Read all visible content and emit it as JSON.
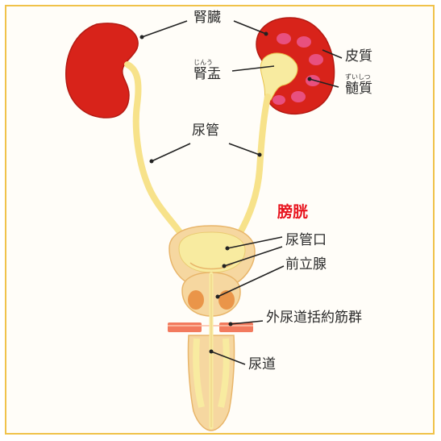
{
  "diagram": {
    "labels": {
      "kidney": "腎臓",
      "renal_pelvis": "腎盂",
      "renal_pelvis_ruby": "じんう",
      "cortex": "皮質",
      "medulla": "髄質",
      "medulla_ruby": "ずいしつ",
      "ureter": "尿管",
      "bladder": "膀胱",
      "ureteral_orifice": "尿管口",
      "prostate": "前立腺",
      "external_sphincter": "外尿道括約筋群",
      "urethra": "尿道"
    },
    "colors": {
      "frame": "#f0c24a",
      "kidney": "#d8231a",
      "medulla_spots": "#e8507f",
      "ureter": "#f7e28a",
      "bladder_outer": "#f6d7a0",
      "bladder_inner": "#f8eba0",
      "sphincter": "#f27a5e",
      "prostate_dot": "#e88a3a",
      "highlight_label": "#e8141e"
    }
  }
}
